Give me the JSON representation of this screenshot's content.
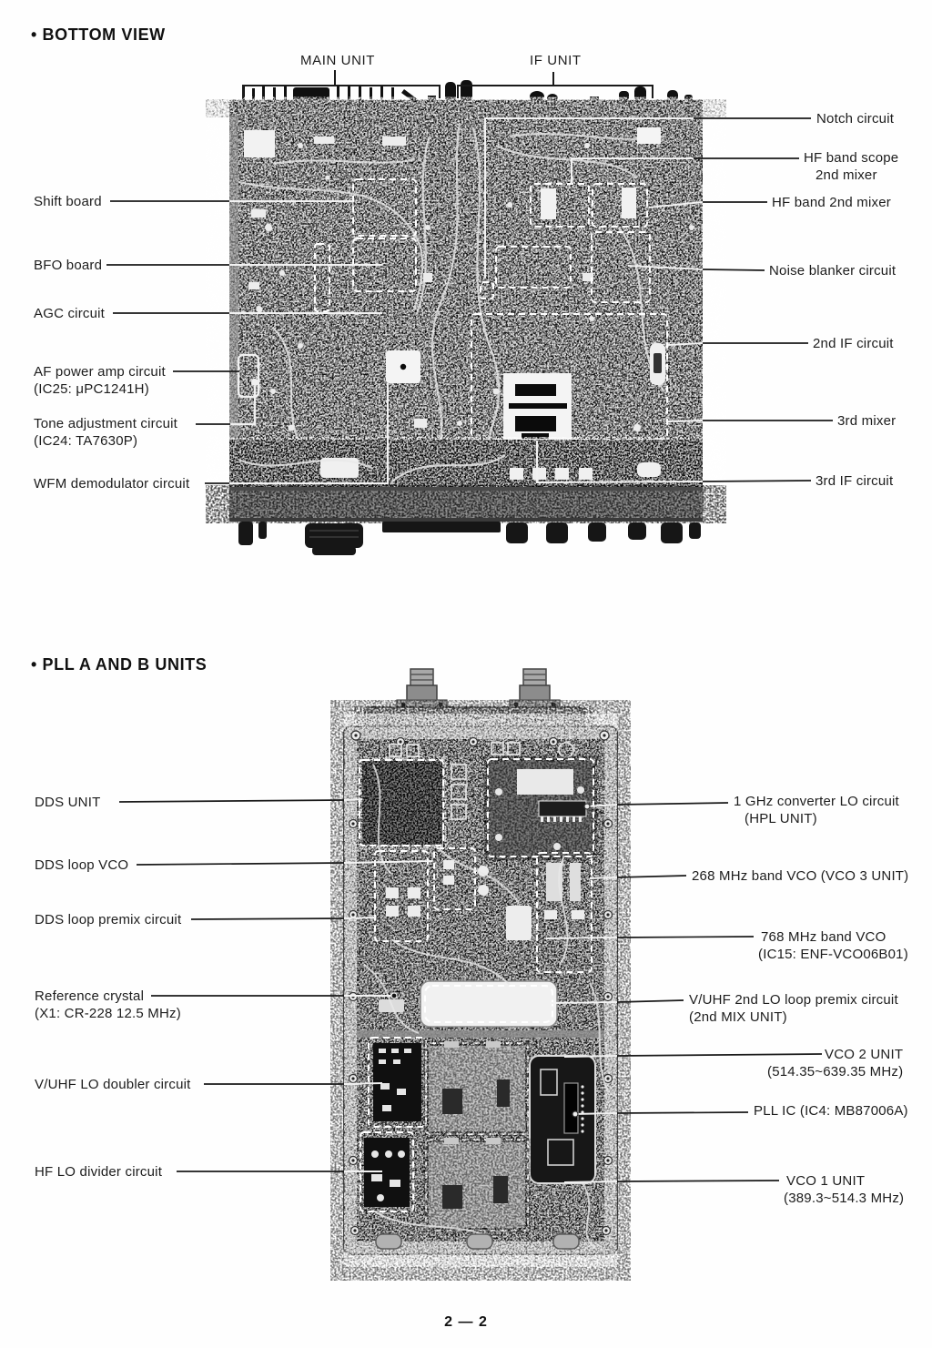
{
  "document": {
    "page_number": "2 — 2"
  },
  "bottom_view": {
    "section_title": "• BOTTOM VIEW",
    "bracket_labels": {
      "main_unit": "MAIN UNIT",
      "if_unit": "IF UNIT"
    },
    "left_labels": [
      {
        "line1": "Shift board"
      },
      {
        "line1": "BFO board"
      },
      {
        "line1": "AGC circuit"
      },
      {
        "line1": "AF power amp circuit",
        "line2": "(IC25: μPC1241H)"
      },
      {
        "line1": "Tone adjustment circuit",
        "line2": "(IC24: TA7630P)"
      },
      {
        "line1": "WFM demodulator circuit"
      }
    ],
    "right_labels": [
      {
        "line1": "Notch circuit"
      },
      {
        "line1": "HF band scope",
        "line2": "2nd mixer"
      },
      {
        "line1": "HF band 2nd mixer"
      },
      {
        "line1": "Noise blanker circuit"
      },
      {
        "line1": "2nd IF circuit"
      },
      {
        "line1": "3rd mixer"
      },
      {
        "line1": "3rd IF circuit"
      }
    ]
  },
  "pll_units": {
    "section_title": "• PLL A AND B UNITS",
    "left_labels": [
      {
        "line1": "DDS UNIT"
      },
      {
        "line1": "DDS loop VCO"
      },
      {
        "line1": "DDS loop premix circuit"
      },
      {
        "line1": "Reference crystal",
        "line2": "(X1: CR-228 12.5 MHz)"
      },
      {
        "line1": "V/UHF LO doubler circuit"
      },
      {
        "line1": "HF LO divider circuit"
      }
    ],
    "right_labels": [
      {
        "line1": "1 GHz converter LO circuit",
        "line2": "(HPL UNIT)"
      },
      {
        "line1": "268 MHz band VCO (VCO 3 UNIT)"
      },
      {
        "line1": "768 MHz band VCO",
        "line2": "(IC15: ENF-VCO06B01)"
      },
      {
        "line1": "V/UHF 2nd LO loop premix circuit",
        "line2": "(2nd MIX UNIT)"
      },
      {
        "line1": "VCO 2 UNIT",
        "line2": "(514.35~639.35 MHz)"
      },
      {
        "line1": "PLL IC (IC4: MB87006A)"
      },
      {
        "line1": "VCO 1 UNIT",
        "line2": "(389.3~514.3 MHz)"
      }
    ]
  }
}
